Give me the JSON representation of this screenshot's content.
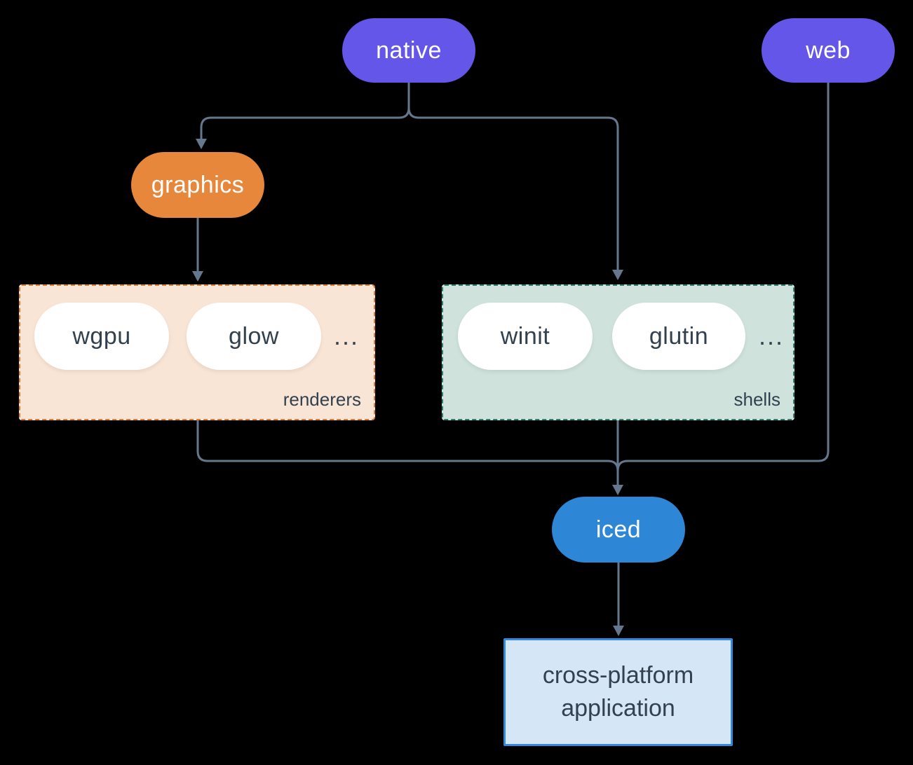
{
  "colors": {
    "background": "#000000",
    "purple": "#6456E8",
    "orange": "#E6873C",
    "orange-border": "#DD7B2F",
    "peach-bg": "#F9E5D5",
    "teal-border": "#2E7D6D",
    "green-bg": "#CFE2DC",
    "blue": "#2E86D6",
    "blue-border": "#3089DB",
    "lightblue-bg": "#D5E6F7",
    "line": "#64778C",
    "dark-text": "#33414F",
    "white-text": "#FFFFFF"
  },
  "nodes": {
    "native": "native",
    "web": "web",
    "graphics": "graphics",
    "iced": "iced"
  },
  "groups": {
    "renderers": {
      "label": "renderers",
      "items": [
        "wgpu",
        "glow"
      ],
      "ellipsis": "..."
    },
    "shells": {
      "label": "shells",
      "items": [
        "winit",
        "glutin"
      ],
      "ellipsis": "..."
    }
  },
  "application": {
    "line1": "cross-platform",
    "line2": "application"
  }
}
